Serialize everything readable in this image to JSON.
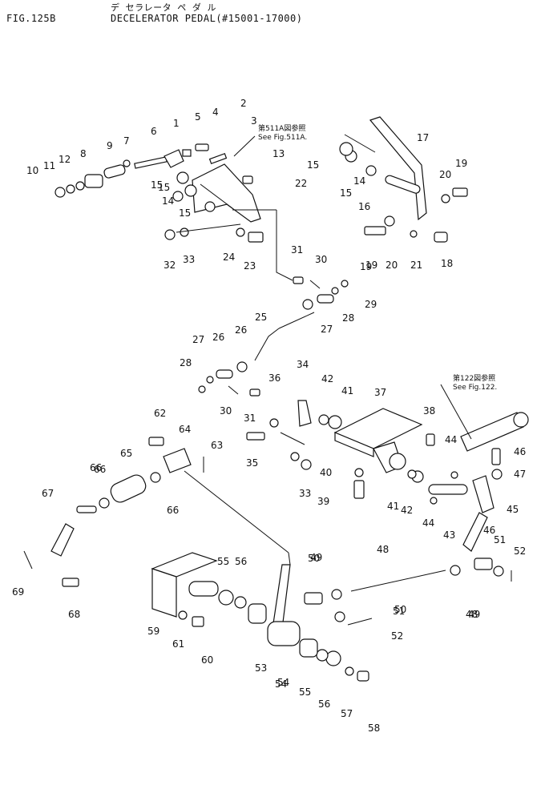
{
  "header": {
    "fig_no": "FIG.125B",
    "jp_title": "デ セラレータ ペ ダ ル",
    "title": "DECELERATOR PEDAL(#15001-17000)"
  },
  "refs": [
    {
      "jp": "第511A図参照",
      "en": "See Fig.511A."
    },
    {
      "jp": "第122図参照",
      "en": "See Fig.122."
    }
  ],
  "part_numbers": [
    "1",
    "2",
    "3",
    "4",
    "5",
    "6",
    "7",
    "8",
    "9",
    "10",
    "11",
    "12",
    "13",
    "14",
    "15",
    "16",
    "17",
    "18",
    "19",
    "20",
    "21",
    "22",
    "23",
    "24",
    "25",
    "26",
    "27",
    "28",
    "29",
    "30",
    "31",
    "32",
    "33",
    "34",
    "35",
    "36",
    "37",
    "38",
    "39",
    "40",
    "41",
    "42",
    "43",
    "44",
    "45",
    "46",
    "47",
    "48",
    "49",
    "50",
    "51",
    "52",
    "53",
    "54",
    "55",
    "56",
    "57",
    "58",
    "59",
    "60",
    "61",
    "62",
    "63",
    "64",
    "65",
    "66",
    "67",
    "68",
    "69"
  ]
}
